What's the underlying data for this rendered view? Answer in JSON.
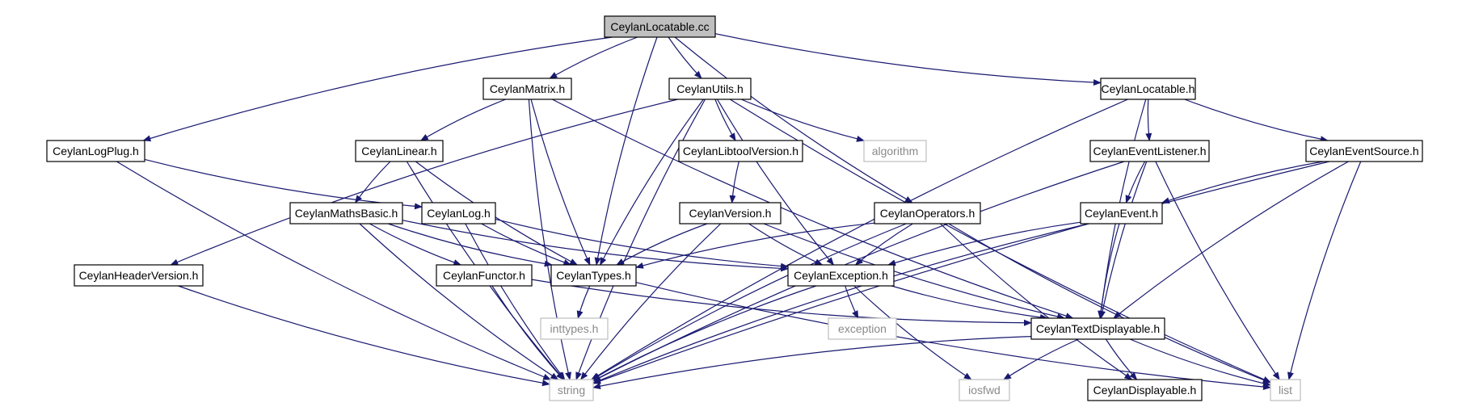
{
  "title": "CeylanLocatable.cc",
  "colors": {
    "edge": "#191970",
    "root_fill": "#bfbfbf",
    "node_border": "#000000",
    "system_border": "#bfbfbf",
    "system_text": "#8a8a8a"
  },
  "nodes": [
    {
      "id": "locatable_cc",
      "label": "CeylanLocatable.cc",
      "kind": "root"
    },
    {
      "id": "matrix_h",
      "label": "CeylanMatrix.h",
      "kind": "header"
    },
    {
      "id": "utils_h",
      "label": "CeylanUtils.h",
      "kind": "header"
    },
    {
      "id": "locatable_h",
      "label": "CeylanLocatable.h",
      "kind": "header"
    },
    {
      "id": "logplug_h",
      "label": "CeylanLogPlug.h",
      "kind": "header"
    },
    {
      "id": "linear_h",
      "label": "CeylanLinear.h",
      "kind": "header"
    },
    {
      "id": "libtool_h",
      "label": "CeylanLibtoolVersion.h",
      "kind": "header"
    },
    {
      "id": "algorithm",
      "label": "algorithm",
      "kind": "system"
    },
    {
      "id": "eventlistener_h",
      "label": "CeylanEventListener.h",
      "kind": "header"
    },
    {
      "id": "eventsource_h",
      "label": "CeylanEventSource.h",
      "kind": "header"
    },
    {
      "id": "mathsbasic_h",
      "label": "CeylanMathsBasic.h",
      "kind": "header"
    },
    {
      "id": "log_h",
      "label": "CeylanLog.h",
      "kind": "header"
    },
    {
      "id": "version_h",
      "label": "CeylanVersion.h",
      "kind": "header"
    },
    {
      "id": "operators_h",
      "label": "CeylanOperators.h",
      "kind": "header"
    },
    {
      "id": "event_h",
      "label": "CeylanEvent.h",
      "kind": "header"
    },
    {
      "id": "headerversion_h",
      "label": "CeylanHeaderVersion.h",
      "kind": "header"
    },
    {
      "id": "functor_h",
      "label": "CeylanFunctor.h",
      "kind": "header"
    },
    {
      "id": "types_h",
      "label": "CeylanTypes.h",
      "kind": "header"
    },
    {
      "id": "exception_h",
      "label": "CeylanException.h",
      "kind": "header"
    },
    {
      "id": "inttypes_h",
      "label": "inttypes.h",
      "kind": "system"
    },
    {
      "id": "exception",
      "label": "exception",
      "kind": "system"
    },
    {
      "id": "textdisplayable_h",
      "label": "CeylanTextDisplayable.h",
      "kind": "header"
    },
    {
      "id": "string",
      "label": "string",
      "kind": "system"
    },
    {
      "id": "iosfwd",
      "label": "iosfwd",
      "kind": "system"
    },
    {
      "id": "displayable_h",
      "label": "CeylanDisplayable.h",
      "kind": "header"
    },
    {
      "id": "list",
      "label": "list",
      "kind": "system"
    }
  ],
  "edges": [
    [
      "locatable_cc",
      "matrix_h"
    ],
    [
      "locatable_cc",
      "utils_h"
    ],
    [
      "locatable_cc",
      "locatable_h"
    ],
    [
      "locatable_cc",
      "logplug_h"
    ],
    [
      "locatable_cc",
      "types_h"
    ],
    [
      "locatable_cc",
      "operators_h"
    ],
    [
      "matrix_h",
      "linear_h"
    ],
    [
      "matrix_h",
      "types_h"
    ],
    [
      "matrix_h",
      "string"
    ],
    [
      "matrix_h",
      "textdisplayable_h"
    ],
    [
      "utils_h",
      "libtool_h"
    ],
    [
      "utils_h",
      "algorithm"
    ],
    [
      "utils_h",
      "headerversion_h"
    ],
    [
      "utils_h",
      "types_h"
    ],
    [
      "utils_h",
      "exception_h"
    ],
    [
      "utils_h",
      "string"
    ],
    [
      "utils_h",
      "list"
    ],
    [
      "locatable_h",
      "eventlistener_h"
    ],
    [
      "locatable_h",
      "eventsource_h"
    ],
    [
      "locatable_h",
      "textdisplayable_h"
    ],
    [
      "locatable_h",
      "string"
    ],
    [
      "logplug_h",
      "log_h"
    ],
    [
      "logplug_h",
      "string"
    ],
    [
      "linear_h",
      "mathsbasic_h"
    ],
    [
      "linear_h",
      "types_h"
    ],
    [
      "linear_h",
      "string"
    ],
    [
      "libtool_h",
      "version_h"
    ],
    [
      "eventlistener_h",
      "event_h"
    ],
    [
      "eventlistener_h",
      "textdisplayable_h"
    ],
    [
      "eventlistener_h",
      "string"
    ],
    [
      "eventlistener_h",
      "list"
    ],
    [
      "eventsource_h",
      "event_h"
    ],
    [
      "eventsource_h",
      "textdisplayable_h"
    ],
    [
      "eventsource_h",
      "string"
    ],
    [
      "eventsource_h",
      "list"
    ],
    [
      "mathsbasic_h",
      "functor_h"
    ],
    [
      "mathsbasic_h",
      "types_h"
    ],
    [
      "mathsbasic_h",
      "exception_h"
    ],
    [
      "mathsbasic_h",
      "string"
    ],
    [
      "log_h",
      "types_h"
    ],
    [
      "log_h",
      "exception_h"
    ],
    [
      "log_h",
      "string"
    ],
    [
      "version_h",
      "types_h"
    ],
    [
      "version_h",
      "exception_h"
    ],
    [
      "version_h",
      "textdisplayable_h"
    ],
    [
      "version_h",
      "string"
    ],
    [
      "operators_h",
      "types_h"
    ],
    [
      "operators_h",
      "exception_h"
    ],
    [
      "operators_h",
      "string"
    ],
    [
      "operators_h",
      "list"
    ],
    [
      "operators_h",
      "displayable_h"
    ],
    [
      "event_h",
      "exception_h"
    ],
    [
      "event_h",
      "textdisplayable_h"
    ],
    [
      "event_h",
      "string"
    ],
    [
      "headerversion_h",
      "string"
    ],
    [
      "functor_h",
      "textdisplayable_h"
    ],
    [
      "functor_h",
      "string"
    ],
    [
      "types_h",
      "inttypes_h"
    ],
    [
      "types_h",
      "list"
    ],
    [
      "exception_h",
      "exception"
    ],
    [
      "exception_h",
      "textdisplayable_h"
    ],
    [
      "exception_h",
      "string"
    ],
    [
      "exception_h",
      "iosfwd"
    ],
    [
      "textdisplayable_h",
      "displayable_h"
    ],
    [
      "textdisplayable_h",
      "string"
    ],
    [
      "textdisplayable_h",
      "iosfwd"
    ],
    [
      "textdisplayable_h",
      "list"
    ]
  ]
}
